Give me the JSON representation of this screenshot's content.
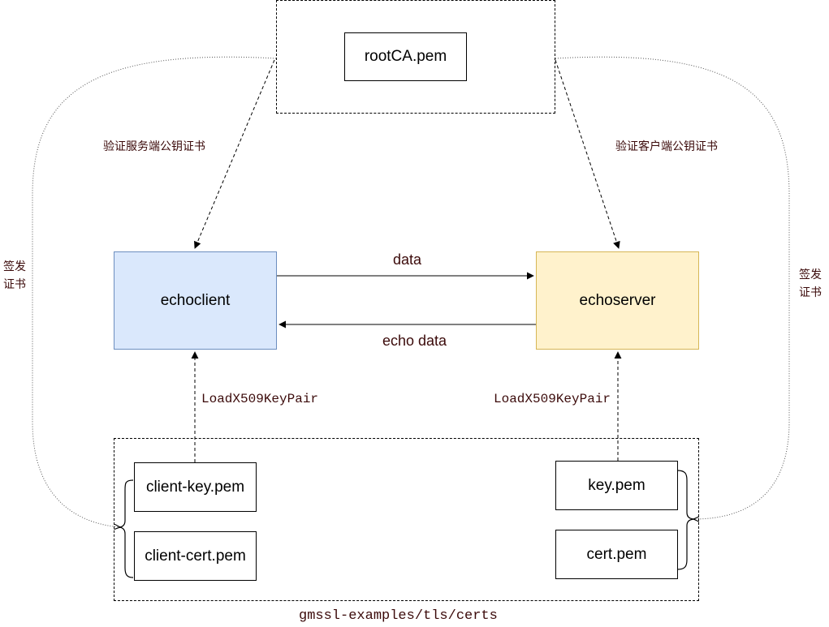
{
  "top": {
    "ca_file": "rootCA.pem"
  },
  "nodes": {
    "client": {
      "label": "echoclient",
      "fill": "#dae8fc",
      "stroke": "#6c8ebf"
    },
    "server": {
      "label": "echoserver",
      "fill": "#fff2cc",
      "stroke": "#d6b656"
    }
  },
  "edges": {
    "verify_server_cert": "验证服务端公钥证书",
    "verify_client_cert": "验证客户端公钥证书",
    "sign_left": [
      "签发",
      "证书"
    ],
    "sign_right": [
      "签发",
      "证书"
    ],
    "data": "data",
    "echo_data": "echo data",
    "load_left": "LoadX509KeyPair",
    "load_right": "LoadX509KeyPair"
  },
  "certs": {
    "folder": "gmssl-examples/tls/certs",
    "client_key": "client-key.pem",
    "client_cert": "client-cert.pem",
    "server_key": "key.pem",
    "server_cert": "cert.pem"
  }
}
